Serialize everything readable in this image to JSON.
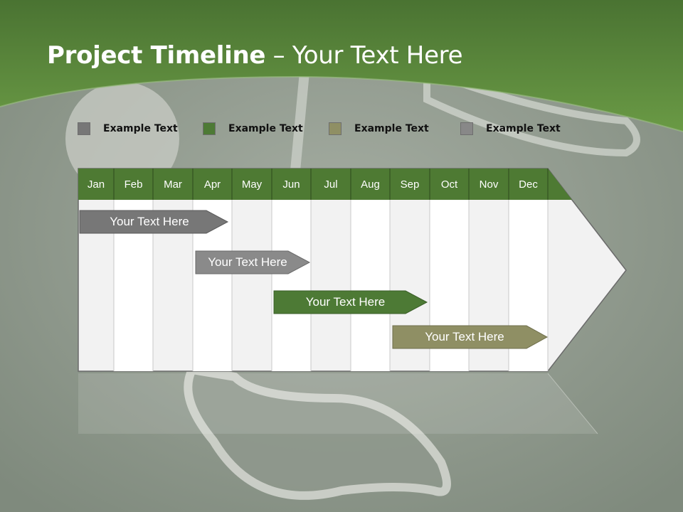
{
  "slide": {
    "title_bold": "Project Timeline",
    "title_rest": " – Your Text Here"
  },
  "legend": [
    {
      "label": "Example Text",
      "color": "#777777"
    },
    {
      "label": "Example Text",
      "color": "#4d7a35"
    },
    {
      "label": "Example Text",
      "color": "#8f8f64"
    },
    {
      "label": "Example Text",
      "color": "#888888"
    }
  ],
  "months": [
    "Jan",
    "Feb",
    "Mar",
    "Apr",
    "May",
    "Jun",
    "Jul",
    "Aug",
    "Sep",
    "Oct",
    "Nov",
    "Dec"
  ],
  "bars": [
    {
      "label": "Your  Text Here",
      "color": "#777777"
    },
    {
      "label": "Your  Text Here",
      "color": "#8a8a8a"
    },
    {
      "label": "Your  Text Here",
      "color": "#4d7a35"
    },
    {
      "label": "Your  Text Here",
      "color": "#8f8f64"
    }
  ],
  "colors": {
    "header_green": "#4e7a33",
    "top_band": "#5f8c3f"
  }
}
